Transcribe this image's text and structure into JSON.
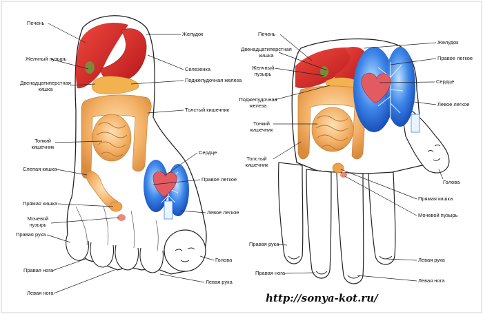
{
  "left_labels": {
    "liver": "Печень",
    "gallbladder": "Желчный пузырь",
    "duodenum_l1": "Двенадцатиперстная",
    "duodenum_l2": "кишка",
    "small_intestine_l1": "Тонкий",
    "small_intestine_l2": "кишечник",
    "cecum": "Слепая кишка",
    "rectum": "Прямая кишка",
    "bladder_l1": "Мочевой",
    "bladder_l2": "пузырь",
    "right_arm": "Правая рука",
    "right_leg": "Правая нога",
    "left_leg": "Левая нога",
    "stomach": "Желудок",
    "spleen": "Селезенка",
    "pancreas": "Поджелудочная железа",
    "colon": "Толстый кишечник",
    "heart": "Сердце",
    "right_lung": "Правое легкое",
    "left_lung": "Левое легкое",
    "head": "Голова",
    "left_arm": "Левая рука"
  },
  "right_labels": {
    "liver": "Печень",
    "duodenum_l1": "Двенадцатиперстная",
    "duodenum_l2": "кишка",
    "gallbladder_l1": "Желчный",
    "gallbladder_l2": "пузырь",
    "pancreas_l1": "Поджелудочная",
    "pancreas_l2": "железа",
    "small_intestine_l1": "Тонкий",
    "small_intestine_l2": "кишечник",
    "colon_l1": "Толстый",
    "colon_l2": "кишечник",
    "right_arm": "Правая рука",
    "right_leg": "Правая нога",
    "stomach": "Желудок",
    "right_lung": "Правое легкое",
    "heart": "Сердце",
    "left_lung_l1": "Левое легкое",
    "head": "Голова",
    "rectum": "Прямая кишка",
    "bladder": "Мочевой пузырь",
    "left_arm": "Левая рука",
    "left_leg": "Левая нога"
  },
  "watermark": "http://sonya-kot.ru/",
  "colors": {
    "liver": "#d42a22",
    "stomach": "#d8322a",
    "intestine": "#f3b166",
    "intestine_dark": "#d98a3c",
    "lung": "#2f74e0",
    "heart": "#e25b63",
    "outline": "#222222"
  }
}
